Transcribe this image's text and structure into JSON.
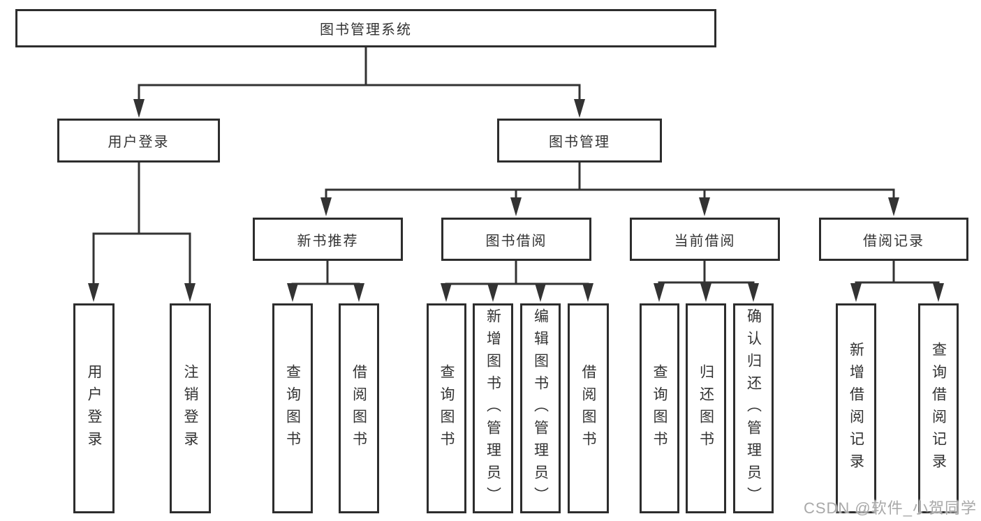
{
  "diagram": {
    "type": "function-structure-tree",
    "nodes": [
      {
        "id": "root",
        "label": "图书管理系统",
        "parent": null
      },
      {
        "id": "user-login",
        "label": "用户登录",
        "parent": "root"
      },
      {
        "id": "book-management",
        "label": "图书管理",
        "parent": "root"
      },
      {
        "id": "new-book-recommend",
        "label": "新书推荐",
        "parent": "book-management"
      },
      {
        "id": "book-borrowing",
        "label": "图书借阅",
        "parent": "book-management"
      },
      {
        "id": "current-borrowing",
        "label": "当前借阅",
        "parent": "book-management"
      },
      {
        "id": "borrowing-records",
        "label": "借阅记录",
        "parent": "book-management"
      },
      {
        "id": "user-login-op",
        "label": "用户登录",
        "parent": "user-login"
      },
      {
        "id": "logout-op",
        "label": "注销登录",
        "parent": "user-login"
      },
      {
        "id": "query-books-1",
        "label": "查询图书",
        "parent": "new-book-recommend"
      },
      {
        "id": "borrow-books-1",
        "label": "借阅图书",
        "parent": "new-book-recommend"
      },
      {
        "id": "query-books-2",
        "label": "查询图书",
        "parent": "book-borrowing"
      },
      {
        "id": "add-books-admin",
        "label": "新增图书（管理员）",
        "parent": "book-borrowing"
      },
      {
        "id": "edit-books-admin",
        "label": "编辑图书（管理员）",
        "parent": "book-borrowing"
      },
      {
        "id": "borrow-books-2",
        "label": "借阅图书",
        "parent": "book-borrowing"
      },
      {
        "id": "query-books-3",
        "label": "查询图书",
        "parent": "current-borrowing"
      },
      {
        "id": "return-books",
        "label": "归还图书",
        "parent": "current-borrowing"
      },
      {
        "id": "confirm-return-admin",
        "label": "确认归还（管理员）",
        "parent": "current-borrowing"
      },
      {
        "id": "add-borrow-record",
        "label": "新增借阅记录",
        "parent": "borrowing-records"
      },
      {
        "id": "query-borrow-record",
        "label": "查询借阅记录",
        "parent": "borrowing-records"
      }
    ]
  },
  "watermark": {
    "text": "CSDN @软件_小贺同学"
  },
  "colors": {
    "line": "#333333",
    "box_border": "#2d2d2d",
    "box_background": "#ffffff",
    "text": "#333333",
    "watermark": "#a9a9a9"
  }
}
